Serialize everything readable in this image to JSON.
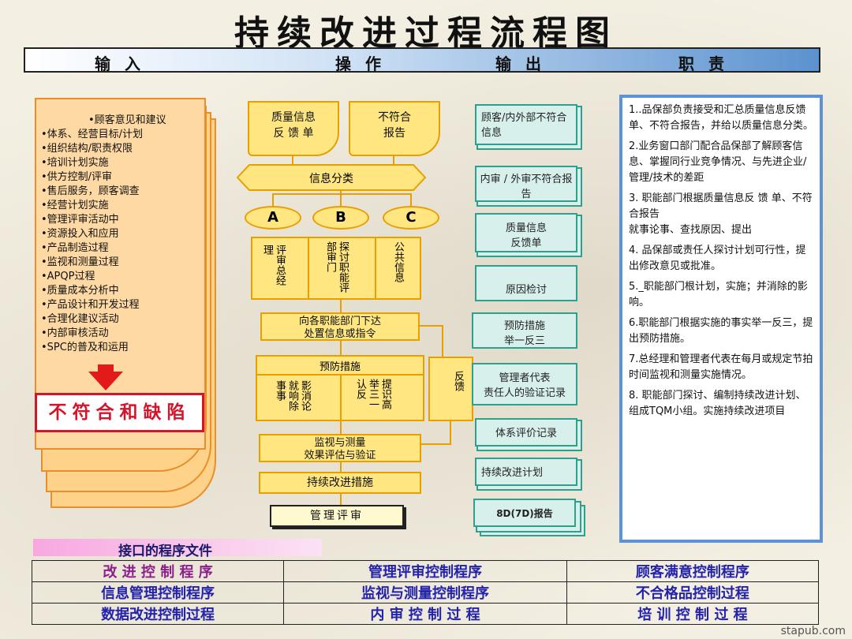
{
  "title": "持续改进过程流程图",
  "header": {
    "input": "输入",
    "operate": "操作",
    "output": "输出",
    "duty": "职责"
  },
  "inputs": {
    "items": [
      "•顾客意见和建议",
      "•体系、经营目标/计划",
      "•组织结构/职责权限",
      "•培训计划实施",
      "•供方控制/评审",
      "•售后服务，顾客调查",
      "•经营计划实施",
      "•管理评审活动中",
      "•资源投入和应用",
      "•产品制造过程",
      "•监视和测量过程",
      "•APQP过程",
      "•质量成本分析中",
      "•产品设计和开发过程",
      "•合理化建议活动",
      "•内部审核活动",
      "•SPC的普及和运用"
    ],
    "defect": "不符合和缺陷"
  },
  "flow": {
    "doc1": "质量信息\n反 馈 单",
    "doc2": "不符合\n报告",
    "classify": "信息分类",
    "ovals": [
      "A",
      "B",
      "C"
    ],
    "colA": "评审总经理",
    "colA2": "评审",
    "colB": "探讨职能评部审门",
    "colC": "公共信息",
    "issue": "向各职能部门下达\n处置信息或指令",
    "prev_title": "预防措施",
    "prev_left": "影消论就响除事事",
    "prev_right": "提识高举三一认反",
    "feedback": "反馈",
    "monitor": "监视与测量\n效果评估与验证",
    "continuous": "持续改进措施",
    "review": "管理评审"
  },
  "outputs": [
    "顾客/内外部不符合信息",
    "内审 / 外审不符合报告",
    "质量信息\n反馈单",
    "原因检讨",
    "预防措施\n举一反三",
    "管理者代表\n责任人的验证记录",
    "体系评价记录",
    "持续改进计划",
    "8D(7D)报告"
  ],
  "duties": [
    "1..品保部负责接受和汇总质量信息反馈单、不符合报告，并给以质量信息分类。",
    "2.业务窗口部门配合品保部了解顾客信息、掌握同行业竞争情况、与先进企业/管理/技术的差距",
    "3. 职能部门根据质量信息反 馈 单、不符合报告\n就事论事、查找原因、提出",
    "4. 品保部或责任人探讨计划可行性，提出修改意见或批准。",
    "5._职能部门根计划，实施；并消除的影响。",
    "6.职能部门根据实施的事实举一反三，提出预防措施。",
    "7.总经理和管理者代表在每月或规定节拍时间监视和测量实施情况。",
    "8. 职能部门探讨、编制持续改进计划、组成TQM小组。实施持续改进项目"
  ],
  "interface": {
    "title": "接口的程序文件",
    "rows": [
      [
        "改 进 控 制 程 序",
        "管理评审控制程序",
        "顾客满意控制程序"
      ],
      [
        "信息管理控制程序",
        "监视与测量控制程序",
        "不合格品控制过程"
      ],
      [
        "数据改进控制过程",
        "内 审 控 制 过 程",
        "培 训 控 制 过 程"
      ]
    ]
  },
  "watermark": "stapub.com"
}
